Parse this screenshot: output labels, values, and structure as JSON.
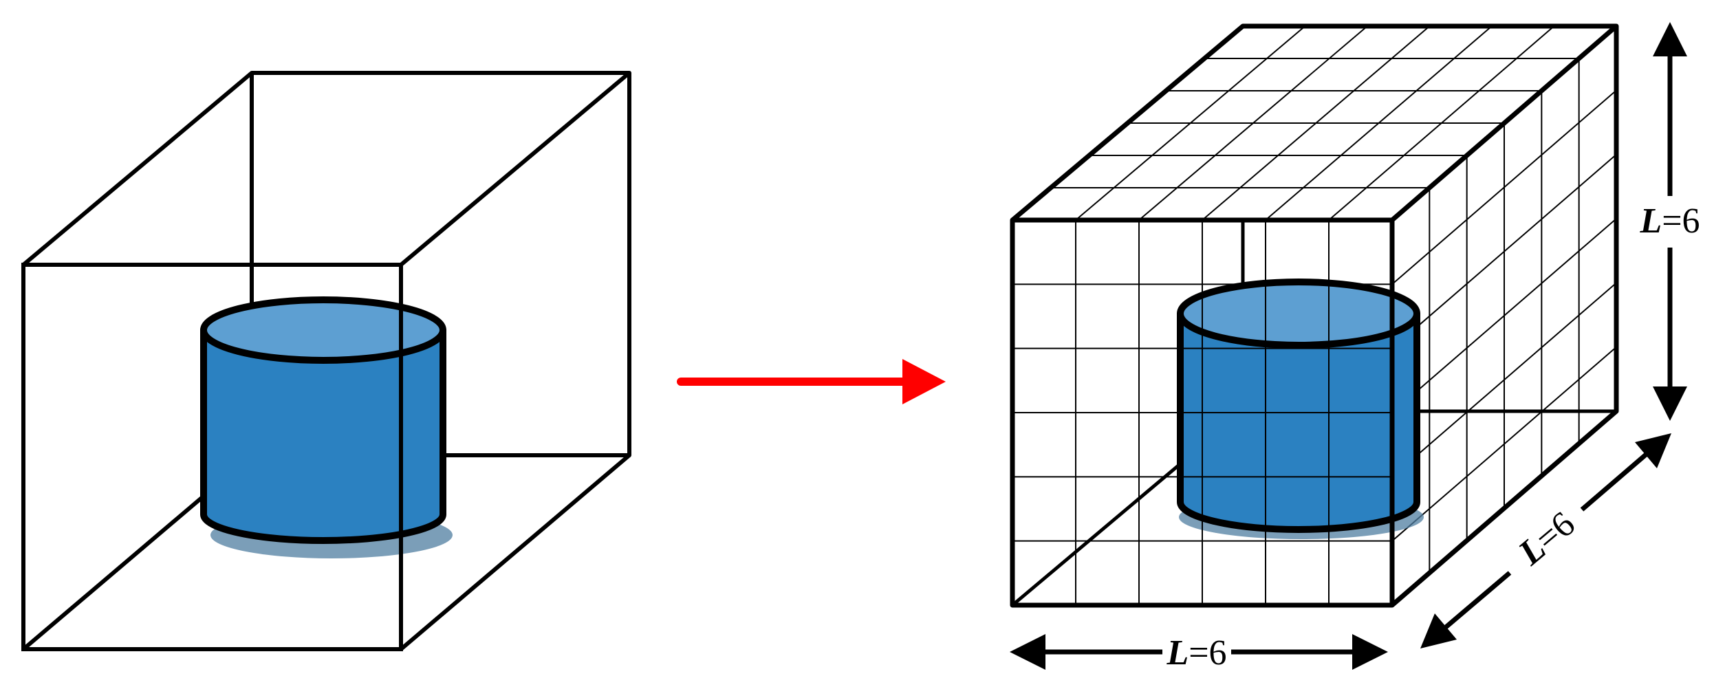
{
  "labels": {
    "dim_width": {
      "var": "L",
      "eq": "=6"
    },
    "dim_depth": {
      "var": "L",
      "eq": "=6"
    },
    "dim_height": {
      "var": "L",
      "eq": "=6"
    }
  },
  "grid": {
    "divisions": 6
  },
  "colors": {
    "line": "#000000",
    "arrow": "#ff0000",
    "cylinder_side": "#2b81c1",
    "cylinder_top": "#5d9fd2",
    "shadow": "#4f7da0"
  }
}
